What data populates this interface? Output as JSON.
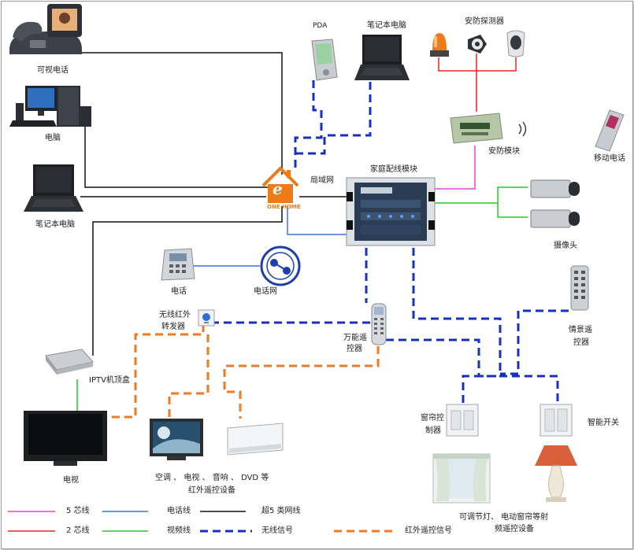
{
  "labels": {
    "videophone": "可视电话",
    "desktop": "电脑",
    "laptop_left": "笔记本电脑",
    "pda": "PDA",
    "laptop_top": "笔记本电脑",
    "security_detector": "安防探测器",
    "security_module": "安防模块",
    "mobile_phone": "移动电话",
    "lan": "局域网",
    "home_module": "家庭配线模块",
    "camera": "摄像头",
    "telephone": "电话",
    "phone_network": "电话网",
    "ir_forwarder_1": "无线红外",
    "ir_forwarder_2": "转发器",
    "universal_remote_1": "万能遥",
    "universal_remote_2": "控器",
    "scene_remote_1": "情景遥",
    "scene_remote_2": "控器",
    "iptv": "IPTV机顶盒",
    "tv": "电视",
    "curtain_ctrl_1": "窗帘控",
    "curtain_ctrl_2": "制器",
    "smart_switch": "智能开关",
    "ir_devices_1": "空调 、 电视 、 音响 、 DVD 等",
    "ir_devices_2": "红外遥控设备",
    "dimmer_1": "可调节灯、    电动窗帘等射",
    "dimmer_2": "频遥控设备",
    "brand_logo": "ONE HOME",
    "brand_letter": "e"
  },
  "legend": [
    {
      "label": "5 芯线",
      "color": "#e040e0",
      "style": "solid"
    },
    {
      "label": "电话线",
      "color": "#3a78d0",
      "style": "solid"
    },
    {
      "label": "超5 类网线",
      "color": "#111111",
      "style": "solid"
    },
    {
      "label": "2 芯线",
      "color": "#ee2222",
      "style": "solid"
    },
    {
      "label": "视频线",
      "color": "#22cc22",
      "style": "solid"
    },
    {
      "label": "无线信号",
      "color": "#1830c0",
      "style": "dashed"
    },
    {
      "label": "红外遥控信号",
      "color": "#f07a20",
      "style": "dashed"
    }
  ],
  "colors": {
    "five_core": "#e040e0",
    "phone_line": "#3a78d0",
    "cat5": "#111111",
    "two_core": "#ee2222",
    "video": "#22cc22",
    "wireless": "#1830c0",
    "infrared": "#f07a20",
    "brand": "#ee7a18"
  },
  "icons": [
    "videophone-icon",
    "desktop-computer-icon",
    "laptop-icon",
    "pda-icon",
    "alarm-light-icon",
    "siren-icon",
    "motion-sensor-icon",
    "circuit-board-icon",
    "mobile-phone-icon",
    "house-logo-icon",
    "patch-panel-icon",
    "cctv-camera-icon",
    "desk-phone-icon",
    "globe-network-icon",
    "ir-forwarder-icon",
    "remote-control-icon",
    "set-top-box-icon",
    "tv-icon",
    "air-conditioner-icon",
    "wall-switch-icon",
    "curtain-window-icon",
    "table-lamp-icon"
  ]
}
